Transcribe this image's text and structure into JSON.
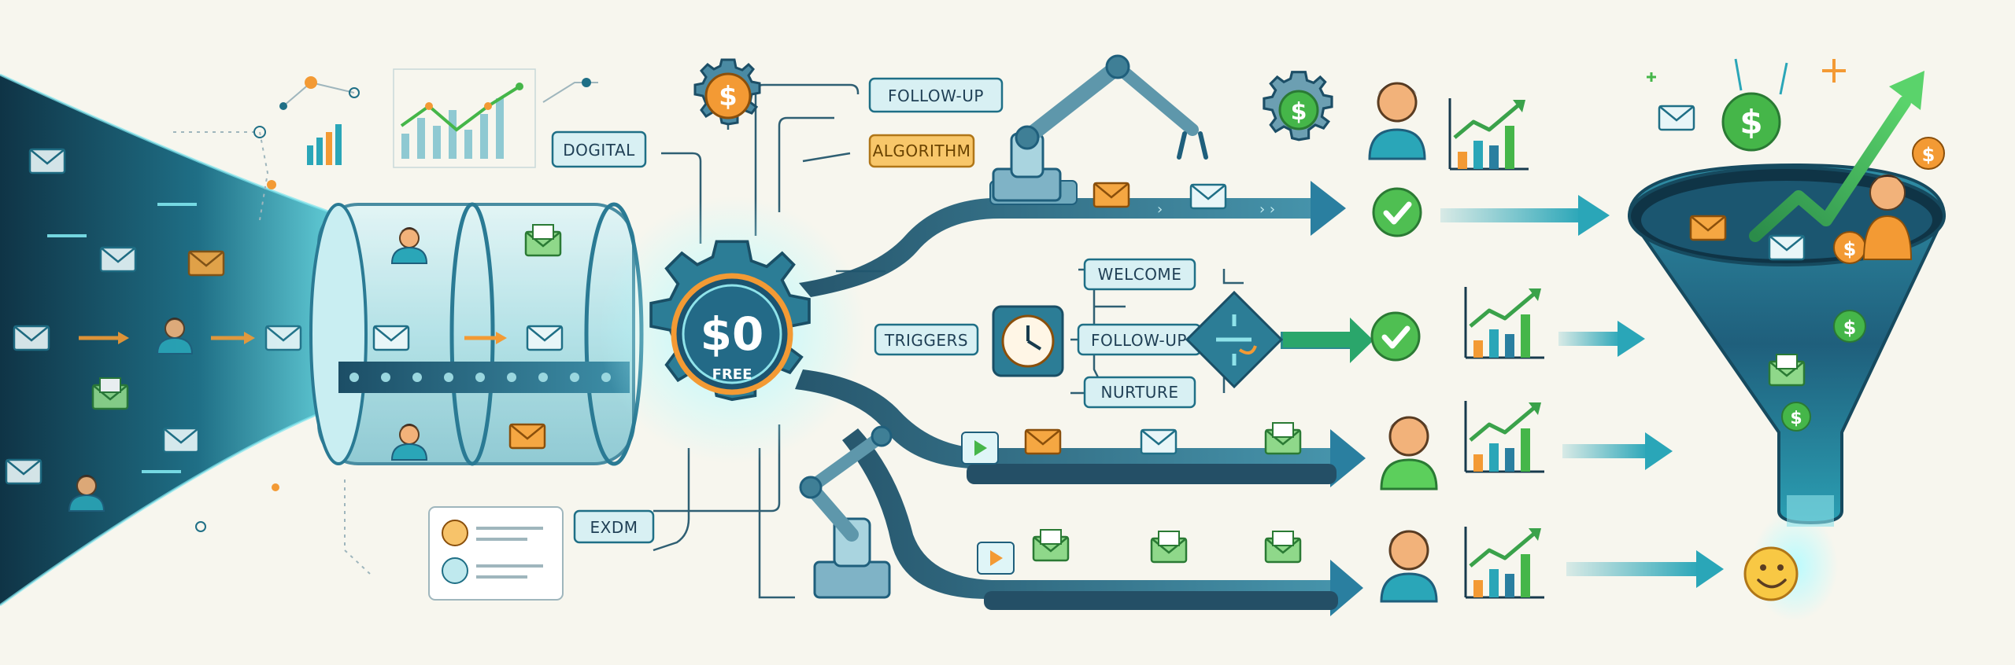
{
  "colors": {
    "background": "#f7f6ee",
    "teal_dark": "#1f6f86",
    "teal": "#2aa6b8",
    "cyan_glow": "#7fe6ee",
    "orange": "#f39a34",
    "green": "#45b649",
    "navy": "#173a4d",
    "label_fill": "#d8f0f3",
    "label_orange_fill": "#f8c76a"
  },
  "hub": {
    "price": "$0",
    "caption": "FREE"
  },
  "labels": {
    "dogital": "DOGITAL",
    "follow_up_top": "FOLLOW-UP",
    "algorithm": "ALGORITHM",
    "welcome": "WELCOME",
    "triggers": "TRIGGERS",
    "follow_up_mid": "FOLLOW-UP",
    "nurture": "NURTURE",
    "exdm": "EXDM"
  },
  "coins": {
    "dollar": "$"
  },
  "icons": [
    "envelope-icon",
    "person-icon",
    "gear-icon",
    "clock-icon",
    "robot-arm-icon",
    "check-icon",
    "chart-icon",
    "funnel-icon",
    "smiley-icon",
    "dollar-icon"
  ]
}
